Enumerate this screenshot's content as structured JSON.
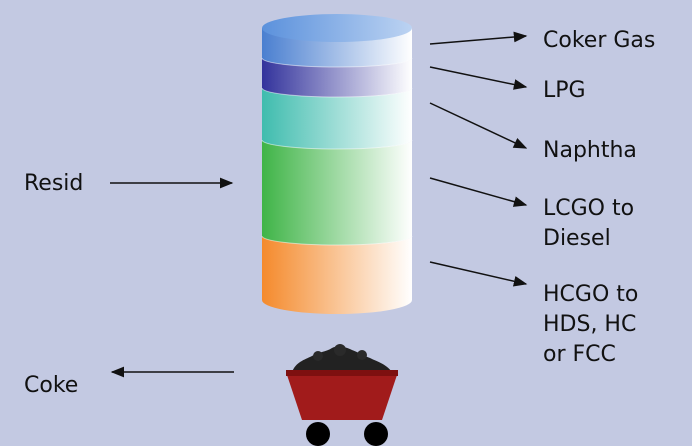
{
  "input_label": "Resid",
  "products": [
    {
      "name": "Coker Gas",
      "color": "#4a7fd0"
    },
    {
      "name": "LPG",
      "color": "#3a3aa2"
    },
    {
      "name": "Naphtha",
      "color": "#3fbcae"
    },
    {
      "name": "LCGO to",
      "name_line2": "Diesel",
      "color": "#3fb447"
    },
    {
      "name": "HCGO to",
      "name_line2": "HDS, HC",
      "name_line3": "or FCC",
      "color": "#f48a2c"
    }
  ],
  "byproduct_label": "Coke",
  "colors": {
    "background": "#c3c9e2",
    "cart": "#a11b1b",
    "coke": "#222222"
  }
}
